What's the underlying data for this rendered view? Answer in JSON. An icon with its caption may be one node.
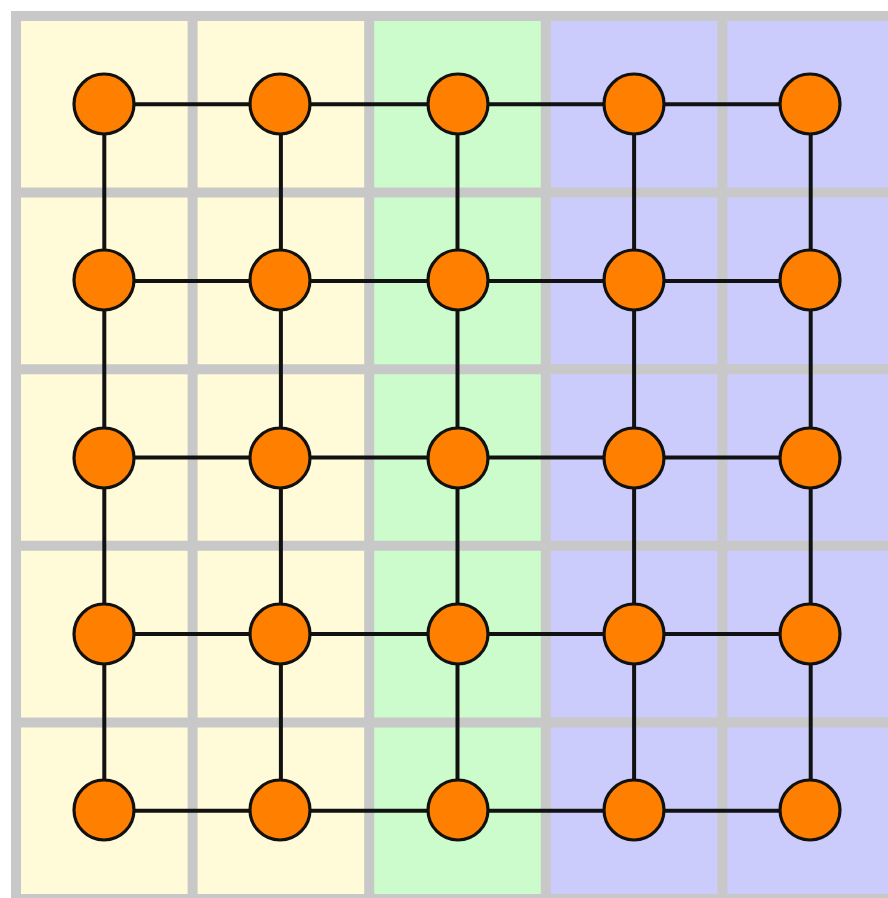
{
  "diagram": {
    "nodes": [
      {
        "text": [],
        "shape": "circle"
      },
      {
        "text": [],
        "shape": "circle"
      },
      {
        "text": [],
        "shape": "circle"
      },
      {
        "text": [],
        "shape": "circle"
      },
      {
        "text": [],
        "shape": "circle"
      },
      {
        "text": [],
        "shape": "circle"
      },
      {
        "text": [],
        "shape": "circle"
      },
      {
        "text": [],
        "shape": "circle"
      },
      {
        "text": [],
        "shape": "circle"
      },
      {
        "text": [],
        "shape": "circle"
      },
      {
        "text": [],
        "shape": "circle"
      },
      {
        "text": [],
        "shape": "circle"
      },
      {
        "text": [],
        "shape": "circle"
      },
      {
        "text": [],
        "shape": "circle"
      },
      {
        "text": [],
        "shape": "circle"
      },
      {
        "text": [],
        "shape": "circle"
      },
      {
        "text": [],
        "shape": "circle"
      },
      {
        "text": [],
        "shape": "circle"
      },
      {
        "text": [],
        "shape": "circle"
      },
      {
        "text": [],
        "shape": "circle"
      },
      {
        "text": [],
        "shape": "circle"
      },
      {
        "text": [],
        "shape": "circle"
      },
      {
        "text": [],
        "shape": "circle"
      },
      {
        "text": [],
        "shape": "circle"
      },
      {
        "text": [],
        "shape": "circle"
      }
    ],
    "edges": [
      {
        "from": 0,
        "to": 1,
        "arrow": "none"
      },
      {
        "from": 1,
        "to": 2,
        "arrow": "none"
      },
      {
        "from": 2,
        "to": 3,
        "arrow": "none"
      },
      {
        "from": 3,
        "to": 4,
        "arrow": "none"
      },
      {
        "from": 0,
        "to": 5,
        "arrow": "none"
      },
      {
        "from": 1,
        "to": 6,
        "arrow": "none"
      },
      {
        "from": 2,
        "to": 7,
        "arrow": "none"
      },
      {
        "from": 3,
        "to": 8,
        "arrow": "none"
      },
      {
        "from": 4,
        "to": 9,
        "arrow": "none"
      },
      {
        "from": 5,
        "to": 6,
        "arrow": "none"
      },
      {
        "from": 6,
        "to": 7,
        "arrow": "none"
      },
      {
        "from": 7,
        "to": 8,
        "arrow": "none"
      },
      {
        "from": 8,
        "to": 9,
        "arrow": "none"
      },
      {
        "from": 5,
        "to": 10,
        "arrow": "none"
      },
      {
        "from": 6,
        "to": 11,
        "arrow": "none"
      },
      {
        "from": 7,
        "to": 12,
        "arrow": "none"
      },
      {
        "from": 8,
        "to": 13,
        "arrow": "none"
      },
      {
        "from": 9,
        "to": 14,
        "arrow": "none"
      },
      {
        "from": 10,
        "to": 11,
        "arrow": "none"
      },
      {
        "from": 11,
        "to": 12,
        "arrow": "none"
      },
      {
        "from": 12,
        "to": 13,
        "arrow": "none"
      },
      {
        "from": 13,
        "to": 14,
        "arrow": "none"
      },
      {
        "from": 10,
        "to": 15,
        "arrow": "none"
      },
      {
        "from": 11,
        "to": 16,
        "arrow": "none"
      },
      {
        "from": 12,
        "to": 17,
        "arrow": "none"
      },
      {
        "from": 13,
        "to": 18,
        "arrow": "none"
      },
      {
        "from": 14,
        "to": 19,
        "arrow": "none"
      },
      {
        "from": 15,
        "to": 16,
        "arrow": "none"
      },
      {
        "from": 16,
        "to": 17,
        "arrow": "none"
      },
      {
        "from": 17,
        "to": 18,
        "arrow": "none"
      },
      {
        "from": 18,
        "to": 19,
        "arrow": "none"
      },
      {
        "from": 15,
        "to": 20,
        "arrow": "none"
      },
      {
        "from": 16,
        "to": 21,
        "arrow": "none"
      },
      {
        "from": 17,
        "to": 22,
        "arrow": "none"
      },
      {
        "from": 18,
        "to": 23,
        "arrow": "none"
      },
      {
        "from": 19,
        "to": 24,
        "arrow": "none"
      },
      {
        "from": 20,
        "to": 21,
        "arrow": "none"
      },
      {
        "from": 21,
        "to": 22,
        "arrow": "none"
      },
      {
        "from": 22,
        "to": 23,
        "arrow": "none"
      },
      {
        "from": 23,
        "to": 24,
        "arrow": "none"
      }
    ]
  }
}
